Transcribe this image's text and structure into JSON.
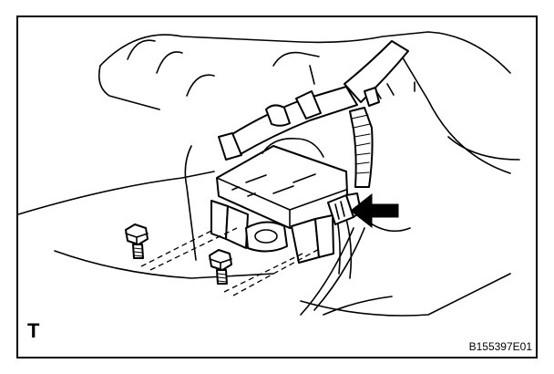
{
  "figure": {
    "corner_label": "T",
    "figure_code": "B155397E01"
  },
  "icons": {
    "pointer": "arrow-pointer-icon",
    "fastener": "bolt-icon",
    "component": "airbag-sensor-module",
    "connector": "wire-connector"
  }
}
